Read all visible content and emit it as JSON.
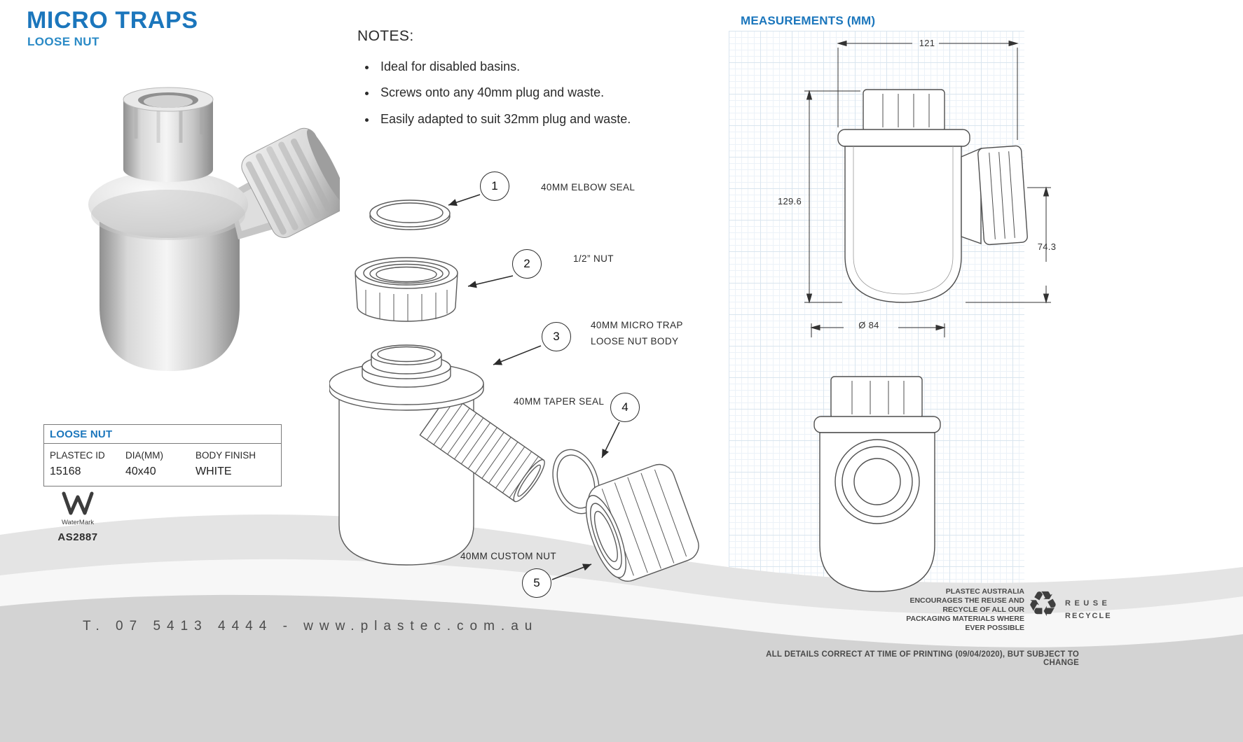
{
  "colors": {
    "accent_blue": "#1b76bc",
    "drawing_line": "#4f4f4f",
    "wave_grey": "#d3d3d3"
  },
  "header": {
    "title": "MICRO TRAPS",
    "subtitle": "LOOSE NUT"
  },
  "notes": {
    "heading": "NOTES:",
    "items": [
      "Ideal for disabled basins.",
      "Screws onto any 40mm plug and waste.",
      "Easily adapted to suit 32mm plug and waste."
    ]
  },
  "exploded": {
    "callouts": [
      {
        "num": "1",
        "label": "40MM ELBOW SEAL"
      },
      {
        "num": "2",
        "label": "1/2” NUT"
      },
      {
        "num": "3",
        "label": "40MM MICRO TRAP",
        "label2": "LOOSE NUT BODY"
      },
      {
        "num": "4",
        "label": "40MM TAPER SEAL"
      },
      {
        "num": "5",
        "label": "40MM CUSTOM NUT"
      }
    ]
  },
  "measurements": {
    "heading": "MEASUREMENTS (MM)",
    "width_mm": "121",
    "height_mm": "129.6",
    "outlet_height_mm": "74.3",
    "diameter_mm": "Ø 84"
  },
  "spec_table": {
    "title": "LOOSE NUT",
    "columns": [
      "PLASTEC ID",
      "DIA(MM)",
      "BODY FINISH"
    ],
    "row": {
      "plastec_id": "15168",
      "dia_mm": "40x40",
      "body_finish": "WHITE"
    }
  },
  "certification": {
    "name": "WaterMark",
    "standard": "AS2887"
  },
  "footer": {
    "contact": "T. 07 5413 4444 - www.plastec.com.au",
    "recycle_lines": [
      "PLASTEC AUSTRALIA",
      "ENCOURAGES THE REUSE AND",
      "RECYCLE OF ALL OUR",
      "PACKAGING MATERIALS WHERE",
      "EVER POSSIBLE"
    ],
    "recycle_icon": "♻",
    "reuse_label": "REUSE",
    "recycle_label": "RECYCLE",
    "disclaimer": "ALL DETAILS CORRECT AT TIME OF PRINTING (09/04/2020), BUT SUBJECT TO CHANGE"
  }
}
